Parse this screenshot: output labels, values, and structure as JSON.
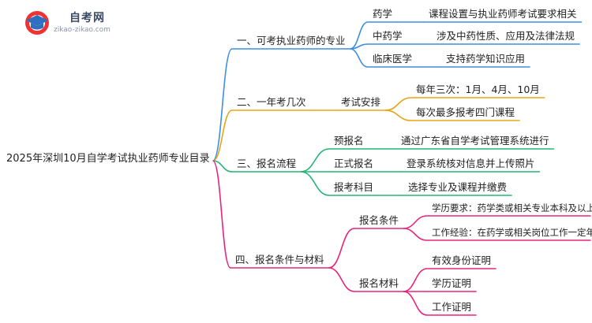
{
  "logo": {
    "title": "自考网",
    "url": "zikao-zikao.com"
  },
  "mindmap": {
    "root": "2025年深圳10月自学考试执业药师专业目录",
    "branches": [
      {
        "label": "一、可考执业药师的专业",
        "color": "#3d8fe0",
        "children": [
          {
            "label": "药学",
            "children": [
              {
                "label": "课程设置与执业药师考试要求相关"
              }
            ]
          },
          {
            "label": "中药学",
            "children": [
              {
                "label": "涉及中药性质、应用及法律法规"
              }
            ]
          },
          {
            "label": "临床医学",
            "children": [
              {
                "label": "支持药学知识应用"
              }
            ]
          }
        ]
      },
      {
        "label": "二、一年考几次",
        "color": "#e8a418",
        "children": [
          {
            "label": "考试安排",
            "children": [
              {
                "label": "每年三次：1月、4月、10月"
              },
              {
                "label": "每次最多报考四门课程"
              }
            ]
          }
        ]
      },
      {
        "label": "三、报名流程",
        "color": "#22b573",
        "children": [
          {
            "label": "预报名",
            "children": [
              {
                "label": "通过广东省自学考试管理系统进行"
              }
            ]
          },
          {
            "label": "正式报名",
            "children": [
              {
                "label": "登录系统核对信息并上传照片"
              }
            ]
          },
          {
            "label": "报考科目",
            "children": [
              {
                "label": "选择专业及课程并缴费"
              }
            ]
          }
        ]
      },
      {
        "label": "四、报名条件与材料",
        "color": "#e6267a",
        "children": [
          {
            "label": "报名条件",
            "children": [
              {
                "label": "学历要求：药学类或相关专业本科及以上"
              },
              {
                "label": "工作经验：在药学或相关岗位工作一定年限"
              }
            ]
          },
          {
            "label": "报名材料",
            "children": [
              {
                "label": "有效身份证明"
              },
              {
                "label": "学历证明"
              },
              {
                "label": "工作证明"
              }
            ]
          }
        ]
      }
    ]
  }
}
